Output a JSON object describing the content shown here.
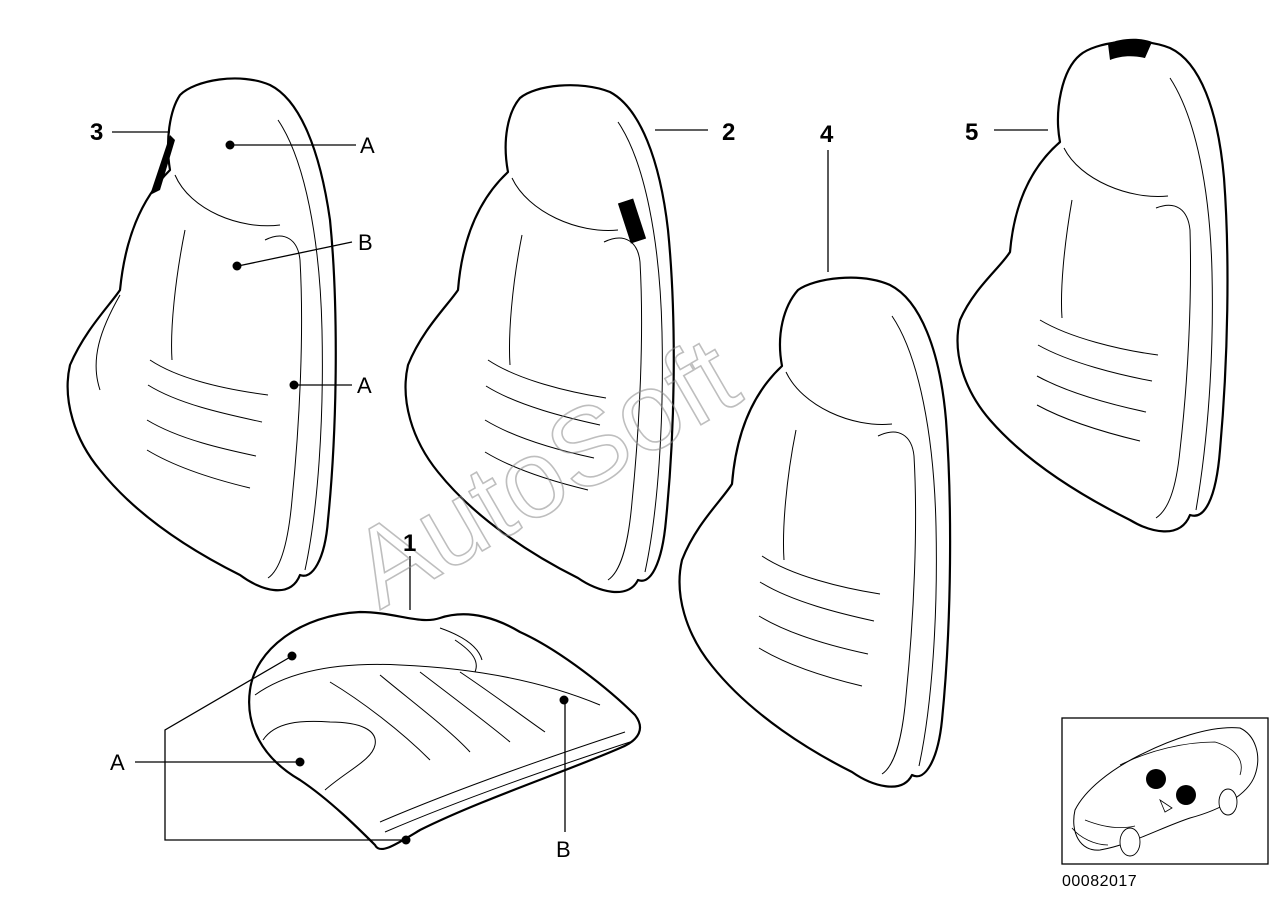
{
  "parts": [
    {
      "number": "1"
    },
    {
      "number": "2"
    },
    {
      "number": "3"
    },
    {
      "number": "4"
    },
    {
      "number": "5"
    }
  ],
  "callouts": {
    "cover_a": "A",
    "cover_b": "B"
  },
  "watermark": "AutoSoft",
  "document_number": "00082017",
  "colors": {
    "line": "#000000",
    "background": "#ffffff",
    "watermark": "#8a8a8a"
  }
}
